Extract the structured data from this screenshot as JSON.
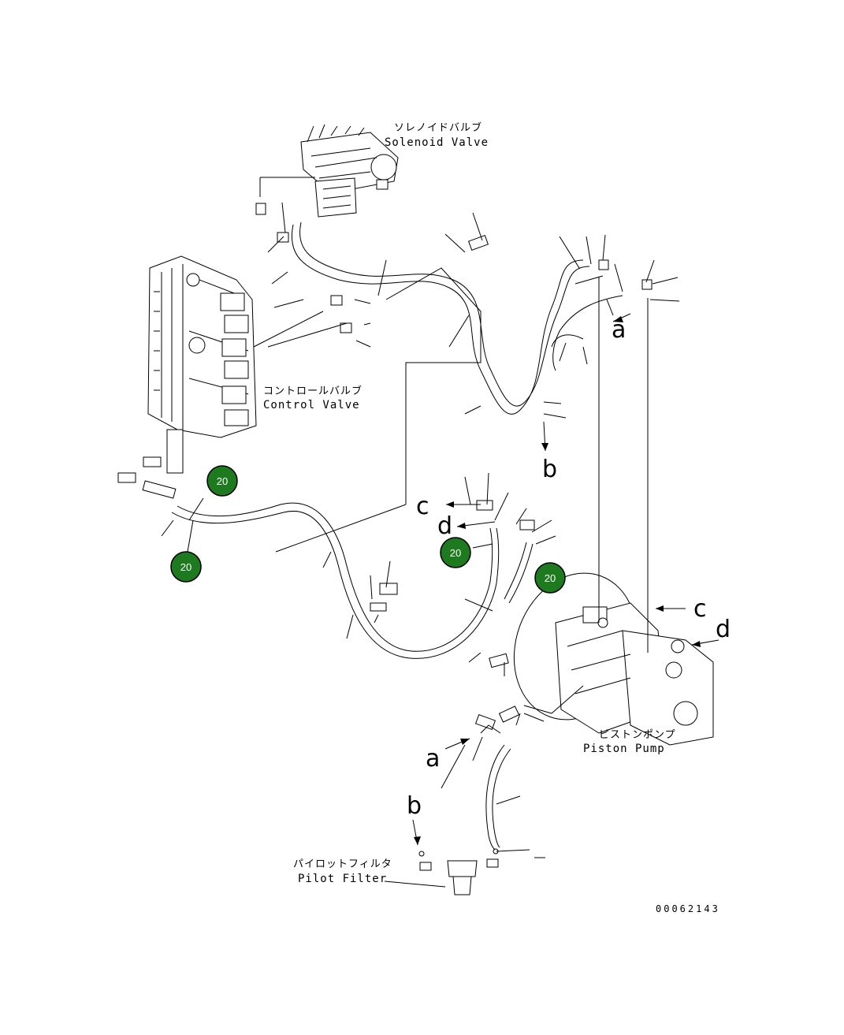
{
  "components": {
    "solenoid_valve": {
      "jp": "ソレノイドバルブ",
      "en": "Solenoid Valve"
    },
    "control_valve": {
      "jp": "コントロールバルブ",
      "en": "Control Valve"
    },
    "piston_pump": {
      "jp": "ピストンポンプ",
      "en": "Piston Pump"
    },
    "pilot_filter": {
      "jp": "パイロットフィルタ",
      "en": "Pilot Filter"
    }
  },
  "connection_refs": {
    "a_upper": "a",
    "a_lower": "a",
    "b_upper": "b",
    "b_lower": "b",
    "c_upper": "c",
    "c_lower": "c",
    "d_upper": "d",
    "d_lower": "d"
  },
  "badges": {
    "b1": "20",
    "b2": "20",
    "b3": "20",
    "b4": "20"
  },
  "badge_color": "#1e7a1e",
  "drawing_code": "00062143"
}
